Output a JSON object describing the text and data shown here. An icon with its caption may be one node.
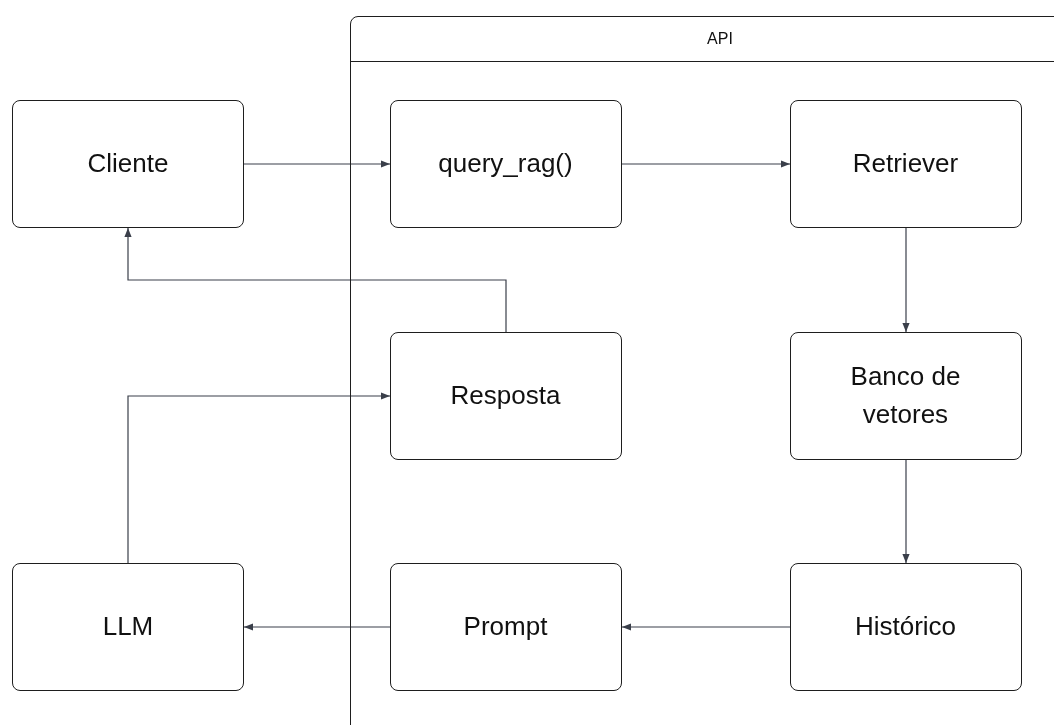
{
  "diagram": {
    "nodes": [
      {
        "text": [
          "API"
        ]
      },
      {
        "text": [
          "Cliente"
        ]
      },
      {
        "text": [
          "query_rag()"
        ],
        "in": 0
      },
      {
        "text": [
          "Retriever"
        ],
        "in": 0
      },
      {
        "text": [
          "Resposta"
        ],
        "in": 0
      },
      {
        "text": [
          "Banco de vetores"
        ],
        "in": 0
      },
      {
        "text": [
          "LLM"
        ]
      },
      {
        "text": [
          "Prompt"
        ],
        "in": 0
      },
      {
        "text": [
          "Histórico"
        ],
        "in": 0
      }
    ],
    "edges": [
      {
        "from": 1,
        "to": 2,
        "arrow": "to"
      },
      {
        "from": 2,
        "to": 3,
        "arrow": "to"
      },
      {
        "from": 3,
        "to": 5,
        "arrow": "to"
      },
      {
        "from": 5,
        "to": 8,
        "arrow": "to"
      },
      {
        "from": 8,
        "to": 7,
        "arrow": "to"
      },
      {
        "from": 7,
        "to": 6,
        "arrow": "to"
      },
      {
        "from": 6,
        "to": 4,
        "arrow": "to"
      },
      {
        "from": 4,
        "to": 1,
        "arrow": "to"
      }
    ]
  }
}
